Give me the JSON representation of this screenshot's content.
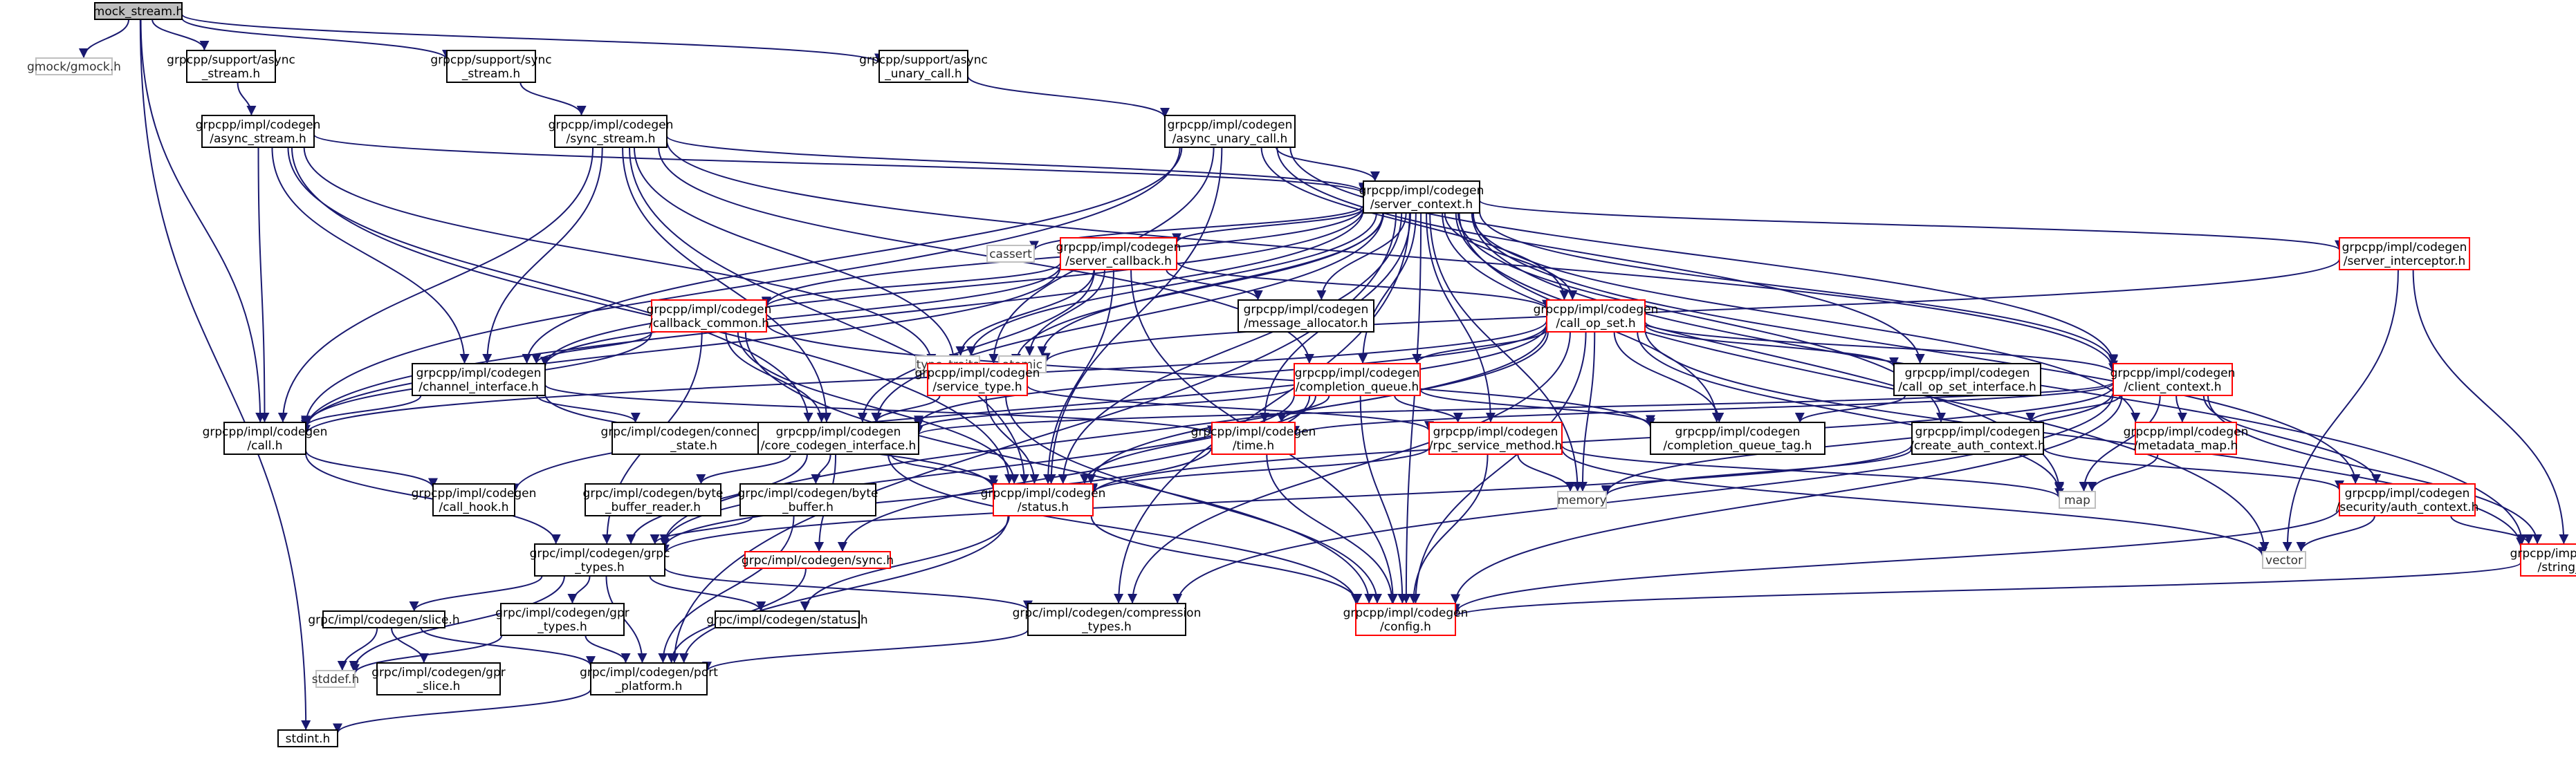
{
  "colors": {
    "edge": "#191970",
    "root_fill": "#bfbfbf",
    "node_border": "#000000",
    "incomplete_border": "#ff0000",
    "system_border": "#bfbfbf"
  },
  "nodes": [
    {
      "id": "mock_stream",
      "lines": [
        "mock_stream.h"
      ],
      "kind": "root"
    },
    {
      "id": "gmock",
      "lines": [
        "gmock/gmock.h"
      ],
      "kind": "sys"
    },
    {
      "id": "support_async_stream",
      "lines": [
        "grpcpp/support/async",
        "_stream.h"
      ],
      "kind": "normal"
    },
    {
      "id": "support_sync_stream",
      "lines": [
        "grpcpp/support/sync",
        "_stream.h"
      ],
      "kind": "normal"
    },
    {
      "id": "support_async_unary_call",
      "lines": [
        "grpcpp/support/async",
        "_unary_call.h"
      ],
      "kind": "normal"
    },
    {
      "id": "async_stream",
      "lines": [
        "grpcpp/impl/codegen",
        "/async_stream.h"
      ],
      "kind": "normal"
    },
    {
      "id": "sync_stream",
      "lines": [
        "grpcpp/impl/codegen",
        "/sync_stream.h"
      ],
      "kind": "normal"
    },
    {
      "id": "async_unary_call",
      "lines": [
        "grpcpp/impl/codegen",
        "/async_unary_call.h"
      ],
      "kind": "normal"
    },
    {
      "id": "server_context",
      "lines": [
        "grpcpp/impl/codegen",
        "/server_context.h"
      ],
      "kind": "normal"
    },
    {
      "id": "cassert",
      "lines": [
        "cassert"
      ],
      "kind": "sys"
    },
    {
      "id": "server_callback",
      "lines": [
        "grpcpp/impl/codegen",
        "/server_callback.h"
      ],
      "kind": "red"
    },
    {
      "id": "type_traits",
      "lines": [
        "type_traits"
      ],
      "kind": "sys"
    },
    {
      "id": "atomic",
      "lines": [
        "atomic"
      ],
      "kind": "sys"
    },
    {
      "id": "message_allocator",
      "lines": [
        "grpcpp/impl/codegen",
        "/message_allocator.h"
      ],
      "kind": "normal"
    },
    {
      "id": "server_interceptor",
      "lines": [
        "grpcpp/impl/codegen",
        "/server_interceptor.h"
      ],
      "kind": "red"
    },
    {
      "id": "callback_common",
      "lines": [
        "grpcpp/impl/codegen",
        "/callback_common.h"
      ],
      "kind": "red"
    },
    {
      "id": "call_op_set",
      "lines": [
        "grpcpp/impl/codegen",
        "/call_op_set.h"
      ],
      "kind": "red"
    },
    {
      "id": "channel_interface",
      "lines": [
        "grpcpp/impl/codegen",
        "/channel_interface.h"
      ],
      "kind": "normal"
    },
    {
      "id": "service_type",
      "lines": [
        "grpcpp/impl/codegen",
        "/service_type.h"
      ],
      "kind": "red"
    },
    {
      "id": "completion_queue",
      "lines": [
        "grpcpp/impl/codegen",
        "/completion_queue.h"
      ],
      "kind": "red"
    },
    {
      "id": "call_op_set_interface",
      "lines": [
        "grpcpp/impl/codegen",
        "/call_op_set_interface.h"
      ],
      "kind": "normal"
    },
    {
      "id": "client_context",
      "lines": [
        "grpcpp/impl/codegen",
        "/client_context.h"
      ],
      "kind": "red"
    },
    {
      "id": "call",
      "lines": [
        "grpcpp/impl/codegen",
        "/call.h"
      ],
      "kind": "normal"
    },
    {
      "id": "connectivity_state",
      "lines": [
        "grpc/impl/codegen/connectivity",
        "_state.h"
      ],
      "kind": "normal"
    },
    {
      "id": "core_codegen_interface",
      "lines": [
        "grpcpp/impl/codegen",
        "/core_codegen_interface.h"
      ],
      "kind": "normal"
    },
    {
      "id": "time",
      "lines": [
        "grpcpp/impl/codegen",
        "/time.h"
      ],
      "kind": "red"
    },
    {
      "id": "rpc_service_method",
      "lines": [
        "grpcpp/impl/codegen",
        "/rpc_service_method.h"
      ],
      "kind": "red"
    },
    {
      "id": "completion_queue_tag",
      "lines": [
        "grpcpp/impl/codegen",
        "/completion_queue_tag.h"
      ],
      "kind": "normal"
    },
    {
      "id": "create_auth_context",
      "lines": [
        "grpcpp/impl/codegen",
        "/create_auth_context.h"
      ],
      "kind": "normal"
    },
    {
      "id": "metadata_map",
      "lines": [
        "grpcpp/impl/codegen",
        "/metadata_map.h"
      ],
      "kind": "red"
    },
    {
      "id": "call_hook",
      "lines": [
        "grpcpp/impl/codegen",
        "/call_hook.h"
      ],
      "kind": "normal"
    },
    {
      "id": "byte_buffer_reader",
      "lines": [
        "grpc/impl/codegen/byte",
        "_buffer_reader.h"
      ],
      "kind": "normal"
    },
    {
      "id": "byte_buffer",
      "lines": [
        "grpc/impl/codegen/byte",
        "_buffer.h"
      ],
      "kind": "normal"
    },
    {
      "id": "status",
      "lines": [
        "grpcpp/impl/codegen",
        "/status.h"
      ],
      "kind": "red"
    },
    {
      "id": "memory",
      "lines": [
        "memory"
      ],
      "kind": "sys"
    },
    {
      "id": "map",
      "lines": [
        "map"
      ],
      "kind": "sys"
    },
    {
      "id": "security_auth_context",
      "lines": [
        "grpcpp/impl/codegen",
        "/security/auth_context.h"
      ],
      "kind": "red"
    },
    {
      "id": "vector",
      "lines": [
        "vector"
      ],
      "kind": "sys"
    },
    {
      "id": "string_ref",
      "lines": [
        "grpcpp/impl/codegen",
        "/string_ref.h"
      ],
      "kind": "red"
    },
    {
      "id": "grpc_types",
      "lines": [
        "grpc/impl/codegen/grpc",
        "_types.h"
      ],
      "kind": "normal"
    },
    {
      "id": "sync",
      "lines": [
        "grpc/impl/codegen/sync.h"
      ],
      "kind": "red"
    },
    {
      "id": "slice",
      "lines": [
        "grpc/impl/codegen/slice.h"
      ],
      "kind": "normal"
    },
    {
      "id": "gpr_types",
      "lines": [
        "grpc/impl/codegen/gpr",
        "_types.h"
      ],
      "kind": "normal"
    },
    {
      "id": "codegen_status",
      "lines": [
        "grpc/impl/codegen/status.h"
      ],
      "kind": "normal"
    },
    {
      "id": "compression_types",
      "lines": [
        "grpc/impl/codegen/compression",
        "_types.h"
      ],
      "kind": "normal"
    },
    {
      "id": "config",
      "lines": [
        "grpcpp/impl/codegen",
        "/config.h"
      ],
      "kind": "red"
    },
    {
      "id": "stddef",
      "lines": [
        "stddef.h"
      ],
      "kind": "sys"
    },
    {
      "id": "gpr_slice",
      "lines": [
        "grpc/impl/codegen/gpr",
        "_slice.h"
      ],
      "kind": "normal"
    },
    {
      "id": "port_platform",
      "lines": [
        "grpc/impl/codegen/port",
        "_platform.h"
      ],
      "kind": "normal"
    },
    {
      "id": "stdint",
      "lines": [
        "stdint.h"
      ],
      "kind": "normal"
    }
  ],
  "edges": [
    [
      "mock_stream",
      "gmock"
    ],
    [
      "mock_stream",
      "support_async_stream"
    ],
    [
      "mock_stream",
      "support_sync_stream"
    ],
    [
      "mock_stream",
      "support_async_unary_call"
    ],
    [
      "mock_stream",
      "call"
    ],
    [
      "mock_stream",
      "stdint"
    ],
    [
      "support_async_stream",
      "async_stream"
    ],
    [
      "support_sync_stream",
      "sync_stream"
    ],
    [
      "support_async_unary_call",
      "async_unary_call"
    ],
    [
      "async_stream",
      "server_context"
    ],
    [
      "async_stream",
      "call"
    ],
    [
      "async_stream",
      "channel_interface"
    ],
    [
      "async_stream",
      "service_type"
    ],
    [
      "async_stream",
      "status"
    ],
    [
      "async_stream",
      "core_codegen_interface"
    ],
    [
      "sync_stream",
      "server_context"
    ],
    [
      "sync_stream",
      "call"
    ],
    [
      "sync_stream",
      "channel_interface"
    ],
    [
      "sync_stream",
      "client_context"
    ],
    [
      "sync_stream",
      "completion_queue"
    ],
    [
      "sync_stream",
      "core_codegen_interface"
    ],
    [
      "sync_stream",
      "service_type"
    ],
    [
      "sync_stream",
      "status"
    ],
    [
      "async_unary_call",
      "server_context"
    ],
    [
      "async_unary_call",
      "call"
    ],
    [
      "async_unary_call",
      "call_op_set"
    ],
    [
      "async_unary_call",
      "client_context"
    ],
    [
      "async_unary_call",
      "status"
    ],
    [
      "async_unary_call",
      "channel_interface"
    ],
    [
      "async_unary_call",
      "call_op_set_interface"
    ],
    [
      "async_unary_call",
      "service_type"
    ],
    [
      "server_context",
      "cassert"
    ],
    [
      "server_context",
      "server_callback"
    ],
    [
      "server_context",
      "type_traits"
    ],
    [
      "server_context",
      "atomic"
    ],
    [
      "server_context",
      "message_allocator"
    ],
    [
      "server_context",
      "server_interceptor"
    ],
    [
      "server_context",
      "callback_common"
    ],
    [
      "server_context",
      "call_op_set"
    ],
    [
      "server_context",
      "call"
    ],
    [
      "server_context",
      "completion_queue_tag"
    ],
    [
      "server_context",
      "create_auth_context"
    ],
    [
      "server_context",
      "metadata_map"
    ],
    [
      "server_context",
      "rpc_service_method"
    ],
    [
      "server_context",
      "time"
    ],
    [
      "server_context",
      "status"
    ],
    [
      "server_context",
      "string_ref"
    ],
    [
      "server_context",
      "security_auth_context"
    ],
    [
      "server_context",
      "memory"
    ],
    [
      "server_context",
      "map"
    ],
    [
      "server_context",
      "vector"
    ],
    [
      "server_context",
      "config"
    ],
    [
      "server_context",
      "compression_types"
    ],
    [
      "server_context",
      "port_platform"
    ],
    [
      "server_context",
      "completion_queue"
    ],
    [
      "server_context",
      "core_codegen_interface"
    ],
    [
      "server_context",
      "service_type"
    ],
    [
      "server_context",
      "channel_interface"
    ],
    [
      "server_context",
      "client_context"
    ],
    [
      "server_callback",
      "callback_common"
    ],
    [
      "server_callback",
      "call_op_set"
    ],
    [
      "server_callback",
      "message_allocator"
    ],
    [
      "server_callback",
      "atomic"
    ],
    [
      "server_callback",
      "type_traits"
    ],
    [
      "server_callback",
      "call"
    ],
    [
      "server_callback",
      "status"
    ],
    [
      "server_callback",
      "config"
    ],
    [
      "server_callback",
      "core_codegen_interface"
    ],
    [
      "server_callback",
      "channel_interface"
    ],
    [
      "server_interceptor",
      "atomic"
    ],
    [
      "server_interceptor",
      "vector"
    ],
    [
      "server_interceptor",
      "string_ref"
    ],
    [
      "callback_common",
      "call"
    ],
    [
      "callback_common",
      "channel_interface"
    ],
    [
      "callback_common",
      "core_codegen_interface"
    ],
    [
      "callback_common",
      "status"
    ],
    [
      "callback_common",
      "config"
    ],
    [
      "callback_common",
      "completion_queue_tag"
    ],
    [
      "callback_common",
      "grpc_types"
    ],
    [
      "call_op_set",
      "call_op_set_interface"
    ],
    [
      "call_op_set",
      "client_context"
    ],
    [
      "call_op_set",
      "completion_queue"
    ],
    [
      "call_op_set",
      "call_hook"
    ],
    [
      "call_op_set",
      "call"
    ],
    [
      "call_op_set",
      "completion_queue_tag"
    ],
    [
      "call_op_set",
      "core_codegen_interface"
    ],
    [
      "call_op_set",
      "memory"
    ],
    [
      "call_op_set",
      "map"
    ],
    [
      "call_op_set",
      "config"
    ],
    [
      "call_op_set",
      "compression_types"
    ],
    [
      "call_op_set",
      "grpc_types"
    ],
    [
      "call_op_set",
      "string_ref"
    ],
    [
      "call_op_set",
      "status"
    ],
    [
      "channel_interface",
      "call"
    ],
    [
      "channel_interface",
      "connectivity_state"
    ],
    [
      "channel_interface",
      "status"
    ],
    [
      "channel_interface",
      "time"
    ],
    [
      "service_type",
      "core_codegen_interface"
    ],
    [
      "service_type",
      "status"
    ],
    [
      "service_type",
      "config"
    ],
    [
      "service_type",
      "rpc_service_method"
    ],
    [
      "completion_queue",
      "core_codegen_interface"
    ],
    [
      "completion_queue",
      "time"
    ],
    [
      "completion_queue",
      "status"
    ],
    [
      "completion_queue",
      "rpc_service_method"
    ],
    [
      "completion_queue",
      "completion_queue_tag"
    ],
    [
      "completion_queue",
      "config"
    ],
    [
      "completion_queue",
      "sync"
    ],
    [
      "completion_queue",
      "grpc_types"
    ],
    [
      "call_op_set_interface",
      "completion_queue_tag"
    ],
    [
      "client_context",
      "metadata_map"
    ],
    [
      "client_context",
      "create_auth_context"
    ],
    [
      "client_context",
      "security_auth_context"
    ],
    [
      "client_context",
      "string_ref"
    ],
    [
      "client_context",
      "map"
    ],
    [
      "client_context",
      "memory"
    ],
    [
      "client_context",
      "config"
    ],
    [
      "client_context",
      "status"
    ],
    [
      "client_context",
      "time"
    ],
    [
      "client_context",
      "compression_types"
    ],
    [
      "client_context",
      "core_codegen_interface"
    ],
    [
      "call",
      "call_hook"
    ],
    [
      "call",
      "grpc_types"
    ],
    [
      "core_codegen_interface",
      "byte_buffer_reader"
    ],
    [
      "core_codegen_interface",
      "byte_buffer"
    ],
    [
      "core_codegen_interface",
      "grpc_types"
    ],
    [
      "core_codegen_interface",
      "status"
    ],
    [
      "core_codegen_interface",
      "sync"
    ],
    [
      "core_codegen_interface",
      "config"
    ],
    [
      "time",
      "grpc_types"
    ],
    [
      "time",
      "config"
    ],
    [
      "rpc_service_method",
      "memory"
    ],
    [
      "rpc_service_method",
      "vector"
    ],
    [
      "rpc_service_method",
      "status"
    ],
    [
      "rpc_service_method",
      "config"
    ],
    [
      "rpc_service_method",
      "map"
    ],
    [
      "create_auth_context",
      "memory"
    ],
    [
      "create_auth_context",
      "security_auth_context"
    ],
    [
      "create_auth_context",
      "grpc_types"
    ],
    [
      "metadata_map",
      "map"
    ],
    [
      "byte_buffer",
      "grpc_types"
    ],
    [
      "byte_buffer",
      "port_platform"
    ],
    [
      "status",
      "codegen_status"
    ],
    [
      "status",
      "config"
    ],
    [
      "status",
      "port_platform"
    ],
    [
      "security_auth_context",
      "vector"
    ],
    [
      "security_auth_context",
      "string_ref"
    ],
    [
      "security_auth_context",
      "config"
    ],
    [
      "string_ref",
      "config"
    ],
    [
      "grpc_types",
      "slice"
    ],
    [
      "grpc_types",
      "gpr_types"
    ],
    [
      "grpc_types",
      "codegen_status"
    ],
    [
      "grpc_types",
      "compression_types"
    ],
    [
      "grpc_types",
      "stddef"
    ],
    [
      "grpc_types",
      "port_platform"
    ],
    [
      "sync",
      "port_platform"
    ],
    [
      "slice",
      "stddef"
    ],
    [
      "slice",
      "gpr_slice"
    ],
    [
      "slice",
      "port_platform"
    ],
    [
      "gpr_types",
      "stddef"
    ],
    [
      "gpr_types",
      "port_platform"
    ],
    [
      "compression_types",
      "port_platform"
    ],
    [
      "port_platform",
      "stdint"
    ]
  ]
}
